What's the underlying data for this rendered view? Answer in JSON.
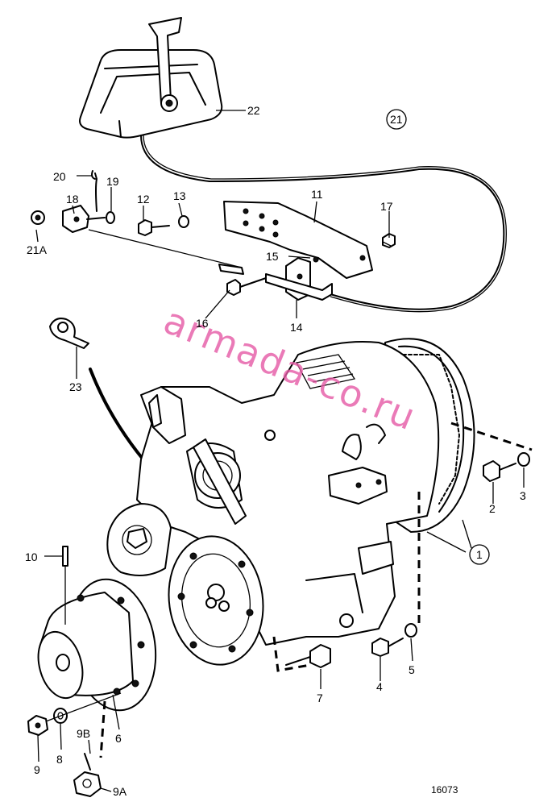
{
  "diagram": {
    "labels": {
      "p1": "1",
      "p2": "2",
      "p3": "3",
      "p4": "4",
      "p5": "5",
      "p6": "6",
      "p7": "7",
      "p8": "8",
      "p9": "9",
      "p9A": "9A",
      "p9B": "9B",
      "p10": "10",
      "p11": "11",
      "p12": "12",
      "p13": "13",
      "p14": "14",
      "p15": "15",
      "p16": "16",
      "p17": "17",
      "p18": "18",
      "p19": "19",
      "p20": "20",
      "p21": "21",
      "p21A": "21A",
      "p22": "22",
      "p23": "23"
    },
    "figure_number": "16073",
    "watermark": "armada-co.ru",
    "colors": {
      "line": "#000000",
      "background": "#ffffff",
      "watermark": "#e55aa6"
    }
  }
}
